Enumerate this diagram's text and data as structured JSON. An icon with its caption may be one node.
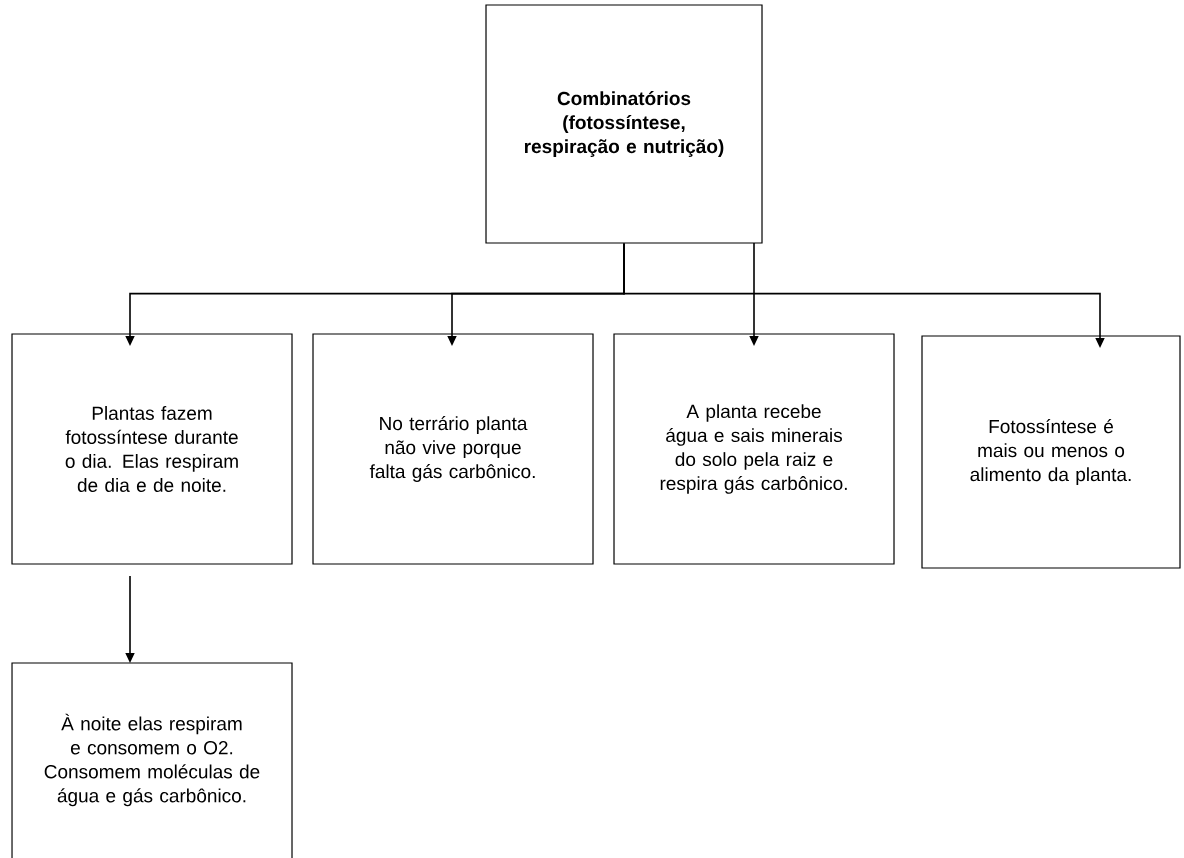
{
  "diagram": {
    "nodes": [
      {
        "text": [
          "Combinatórios (fotossíntese, respiração e nutrição)"
        ]
      },
      {
        "text": [
          "Plantas fazem fotossíntese durante o dia. Elas respiram de dia e de noite."
        ]
      },
      {
        "text": [
          "No terrário planta não vive porque falta gás carbônico."
        ]
      },
      {
        "text": [
          "A planta recebe água e sais minerais do solo pela raiz e respira gás carbônico."
        ]
      },
      {
        "text": [
          "Fotossíntese é mais ou menos o alimento da planta."
        ]
      },
      {
        "text": [
          "À noite elas respiram e consomem o O2. Consomem moléculas de água e gás carbônico."
        ]
      }
    ],
    "edges": [
      {
        "from": 0,
        "to": 1,
        "arrow": "to"
      },
      {
        "from": 0,
        "to": 2,
        "arrow": "to"
      },
      {
        "from": 0,
        "to": 3,
        "arrow": "to"
      },
      {
        "from": 0,
        "to": 4,
        "arrow": "to"
      },
      {
        "from": 1,
        "to": 5,
        "arrow": "to"
      }
    ]
  }
}
